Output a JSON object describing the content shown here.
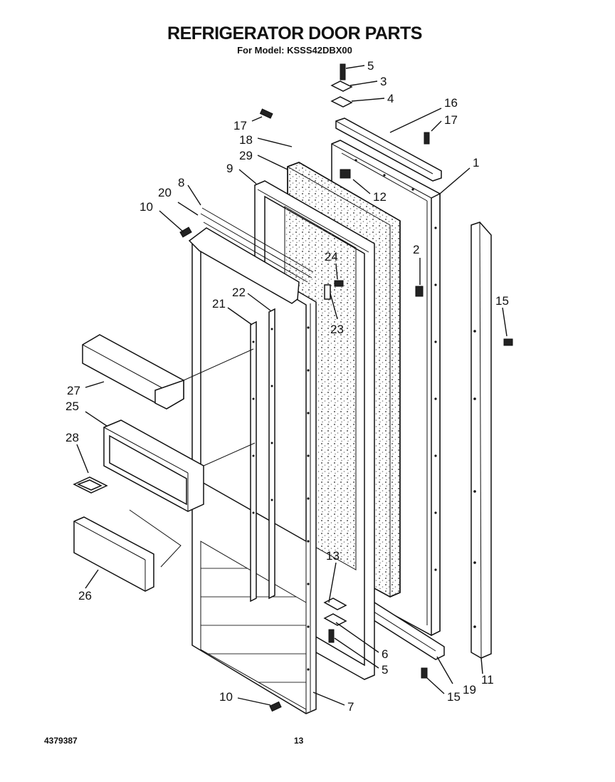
{
  "header": {
    "title": "REFRIGERATOR DOOR PARTS",
    "subtitle": "For Model: KSSS42DBX00"
  },
  "footer": {
    "doc_number": "4379387",
    "page_number": "13"
  },
  "callouts": {
    "c1": "1",
    "c2": "2",
    "c3": "3",
    "c4": "4",
    "c5a": "5",
    "c5b": "5",
    "c6": "6",
    "c7": "7",
    "c8": "8",
    "c9": "9",
    "c10a": "10",
    "c10b": "10",
    "c11": "11",
    "c12": "12",
    "c13": "13",
    "c15a": "15",
    "c15b": "15",
    "c16": "16",
    "c17a": "17",
    "c17b": "17",
    "c18": "18",
    "c19": "19",
    "c20": "20",
    "c21": "21",
    "c22": "22",
    "c23": "23",
    "c24": "24",
    "c25": "25",
    "c26": "26",
    "c27": "27",
    "c28": "28",
    "c29": "29"
  }
}
